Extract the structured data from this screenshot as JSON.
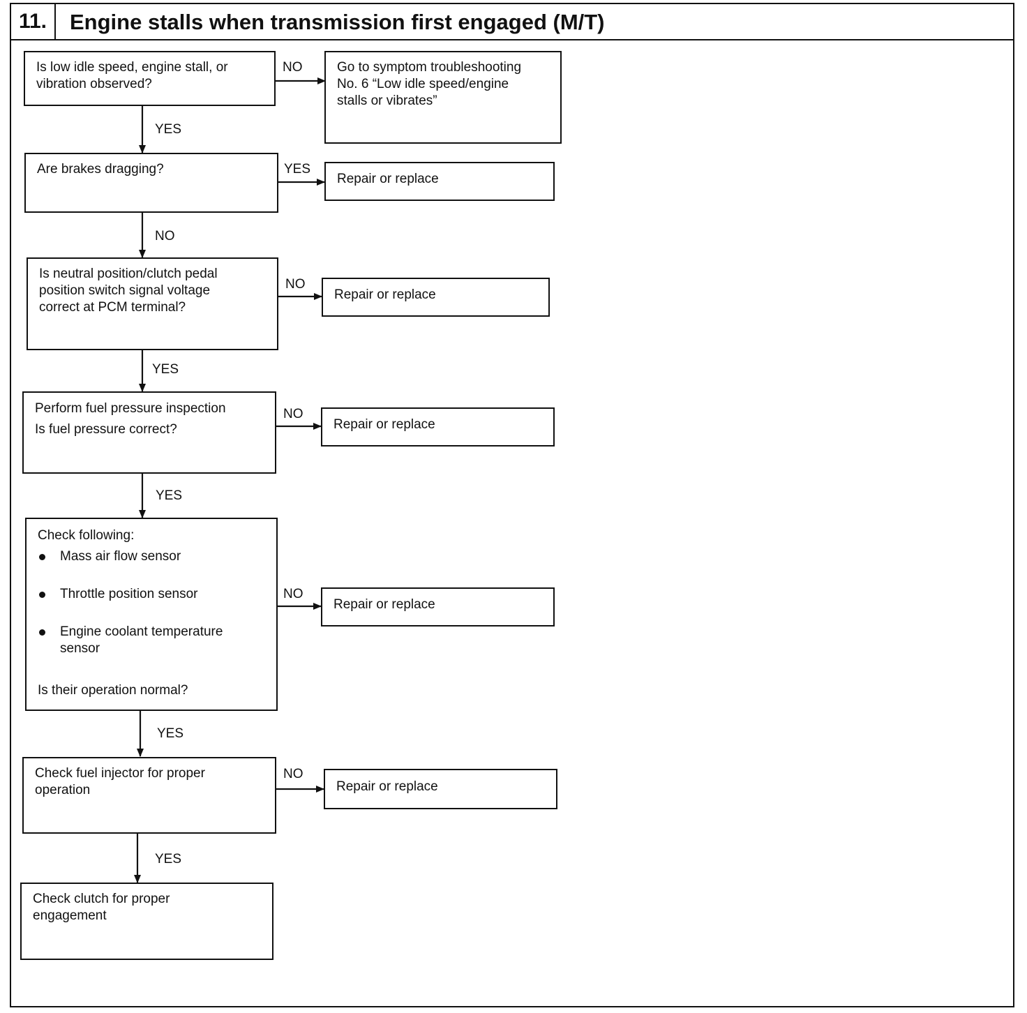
{
  "header": {
    "number": "11.",
    "title": "Engine stalls when transmission first engaged (M/T)"
  },
  "steps": {
    "s1": {
      "lines": [
        "Is low idle speed, engine stall, or",
        "vibration observed?"
      ]
    },
    "s2": {
      "lines": [
        "Are brakes dragging?"
      ]
    },
    "s3": {
      "lines": [
        "Is neutral position/clutch pedal",
        "position switch signal voltage",
        "correct at PCM terminal?"
      ]
    },
    "s4": {
      "lines": [
        "Perform fuel pressure inspection",
        "Is fuel pressure correct?"
      ]
    },
    "s5": {
      "heading": "Check following:",
      "items": [
        "Mass air flow sensor",
        "Throttle position sensor",
        "Engine coolant temperature",
        "sensor"
      ],
      "question": "Is their operation normal?"
    },
    "s6": {
      "lines": [
        "Check fuel injector for proper",
        "operation"
      ]
    },
    "s7": {
      "lines": [
        "Check clutch for proper",
        "engagement"
      ]
    }
  },
  "results": {
    "r1": {
      "lines": [
        "Go to symptom troubleshooting",
        "No. 6 “Low idle speed/engine",
        "stalls or vibrates”"
      ]
    },
    "r2": {
      "text": "Repair or replace"
    },
    "r3": {
      "text": "Repair or replace"
    },
    "r4": {
      "text": "Repair or replace"
    },
    "r5": {
      "text": "Repair or replace"
    },
    "r6": {
      "text": "Repair or replace"
    }
  },
  "branch_labels": {
    "s1_side": "NO",
    "s1_down": "YES",
    "s2_side": "YES",
    "s2_down": "NO",
    "s3_side": "NO",
    "s3_down": "YES",
    "s4_side": "NO",
    "s4_down": "YES",
    "s5_side": "NO",
    "s5_down": "YES",
    "s6_side": "NO",
    "s6_down": "YES"
  }
}
